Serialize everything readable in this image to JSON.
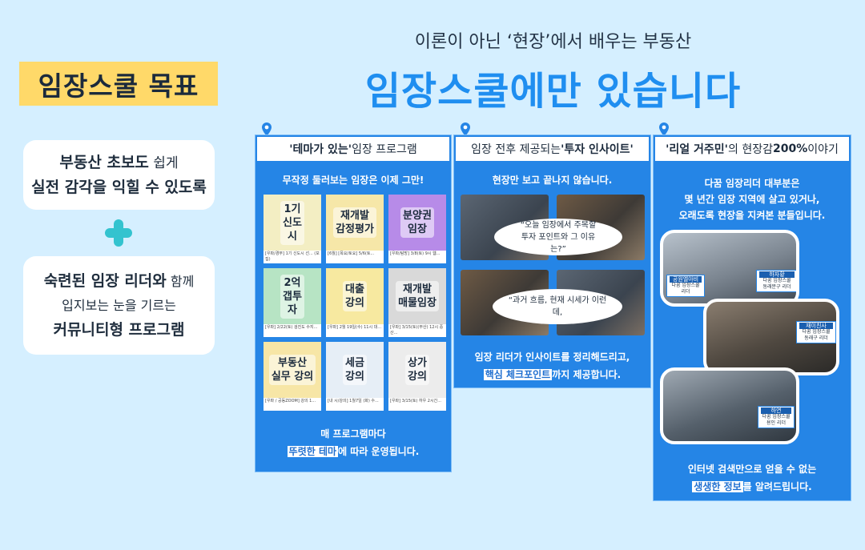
{
  "left": {
    "title": "임장스쿨 목표",
    "card1": {
      "line1_bold": "부동산 초보도",
      "line1_rest": " 쉽게",
      "line2_bold": "실전 감각을 익힐 수 있도록"
    },
    "card2": {
      "line1_bold": "숙련된 임장 리더와",
      "line1_rest": " 함께",
      "line2": "입지보는 눈을 기르는",
      "line3_bold": "커뮤니티형 프로그램"
    }
  },
  "header": {
    "subtitle": "이론이 아닌 ‘현장’에서 배우는 부동산",
    "title": "임장스쿨에만 있습니다"
  },
  "panel1": {
    "head_bold": "'테마가 있는'",
    "head_rest": " 임장 프로그램",
    "intro": "무작정 둘러보는 임장은 이제 그만!",
    "items": [
      {
        "label": "1기\n신도\n시",
        "caption": "[우파/경부] 1기 신도시 선... (모집)"
      },
      {
        "label": "재개발\n감정평가",
        "caption": "[6월] [목요/토요] 5/6(토..."
      },
      {
        "label": "분양권\n임장",
        "caption": "[우파/탐방] 3/8(토) 9시 웹..."
      },
      {
        "label": "2억\n갭투\n자",
        "caption": "[우파] 2/22(토) 검진도 수지..."
      },
      {
        "label": "대출\n강의",
        "caption": "[우파] 2월 19일(수) 11시 대..."
      },
      {
        "label": "재개발\n매물임장",
        "caption": "[우파] 3/15(토)(부산) 12시 중산..."
      },
      {
        "label": "부동산\n실무 강의",
        "caption": "[우파 / 공동ZOOM] 강의 1..."
      },
      {
        "label": "세금\n강의",
        "caption": "[내 시/강의] 1월7일 (화) 수..."
      },
      {
        "label": "상가\n강의",
        "caption": "[우파] 3/15(토) 하우 2시간..."
      }
    ],
    "footer_line1": "매 프로그램마다",
    "footer_hl": "뚜렷한 테마",
    "footer_rest": "에 따라 운영됩니다."
  },
  "panel2": {
    "head_rest": "임장 전후 제공되는 ",
    "head_bold": "'투자 인사이트'",
    "intro": "현장만 보고 끝나지 않습니다.",
    "bubble1": "“오늘 임장에서 주목할\n투자 포인트와 그 이유",
    "bubble1_tail": "는?”",
    "bubble2": "“과거 흐름, 현재 시세가 이런\n데,",
    "footer_line1": "임장 리더가 인사이트를 정리해드리고,",
    "footer_hl": "핵심 체크포인트",
    "footer_rest": "까지 제공합니다."
  },
  "panel3": {
    "head_bold": "'리얼 거주민'",
    "head_rest": "의 현장감 ",
    "head_bold2": "200%",
    "head_tail": " 이야기",
    "intro": "다꿈 임장리더 대부분은\n몇 년간 임장 지역에 살고 있거나,\n오래도록 현장을 지켜본 분들입니다.",
    "tags": [
      {
        "name": "공원엘아비",
        "desc": "다꿈 임장스쿨 리더"
      },
      {
        "name": "하자황",
        "desc": "다꿈 임장스쿨\n동래분구 리더"
      },
      {
        "name": "재이친사",
        "desc": "다꿈 임장스쿨\n동래구 리더"
      },
      {
        "name": "하연",
        "desc": "다꿈 임장스쿨\n용인 리더"
      }
    ],
    "footer_line1": "인터넷 검색만으로 얻을 수 없는",
    "footer_hl": "생생한 정보",
    "footer_rest": "를 알려드립니다."
  },
  "colors": {
    "background": "#d5efff",
    "panel_blue": "#2585e6",
    "title_blue": "#1f8ef0",
    "goal_yellow": "#ffd969",
    "plus_teal": "#33c3cf"
  }
}
